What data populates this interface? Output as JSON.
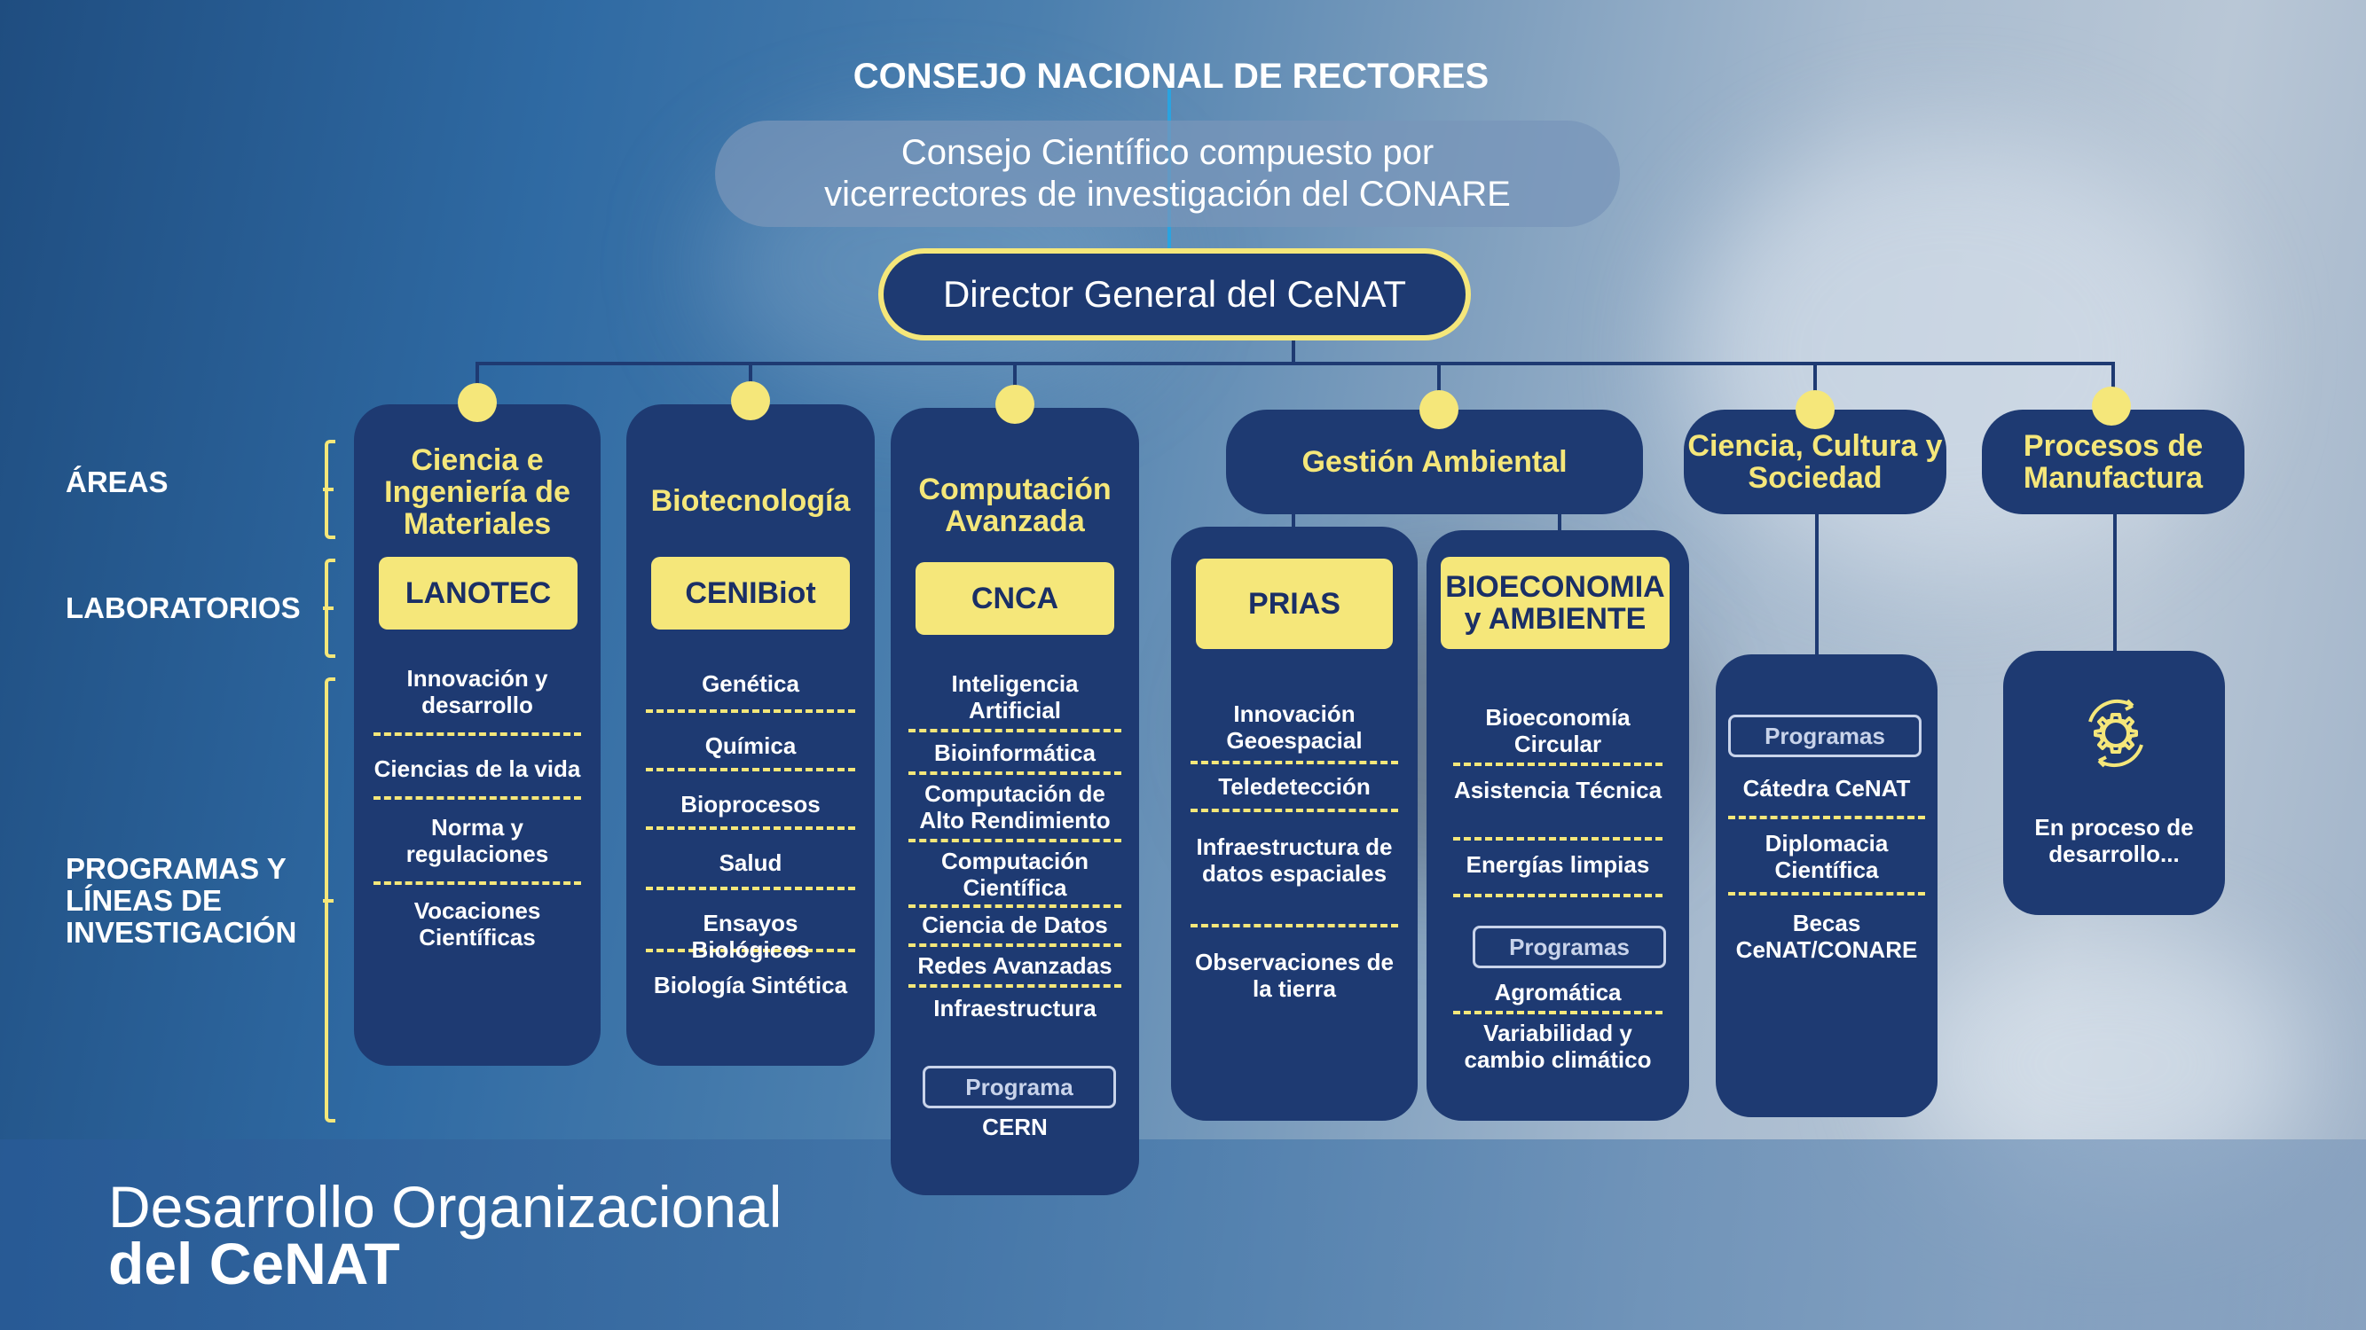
{
  "header": {
    "council": "CONSEJO NACIONAL DE RECTORES",
    "scientific_council": "Consejo Científico compuesto por vicerrectores de investigación del CONARE",
    "director": "Director General del CeNAT"
  },
  "row_labels": {
    "areas": "ÁREAS",
    "labs": "LABORATORIOS",
    "programs": "PROGRAMAS Y LÍNEAS DE INVESTIGACIÓN"
  },
  "columns": [
    {
      "area": "Ciencia e Ingeniería de Materiales",
      "lab": "LANOTEC",
      "items": [
        "Innovación y desarrollo",
        "Ciencias de la vida",
        "Norma y regulaciones",
        "Vocaciones Científicas"
      ]
    },
    {
      "area": "Biotecnología",
      "lab": "CENIBiot",
      "items": [
        "Genética",
        "Química",
        "Bioprocesos",
        "Salud",
        "Ensayos Biológicos",
        "Biología Sintética"
      ]
    },
    {
      "area": "Computación Avanzada",
      "lab": "CNCA",
      "items": [
        "Inteligencia Artificial",
        "Bioinformática",
        "Computación de Alto Rendimiento",
        "Computación Científica",
        "Ciencia de Datos",
        "Redes Avanzadas",
        "Infraestructura"
      ],
      "program_label": "Programa",
      "program_items": [
        "CERN"
      ]
    }
  ],
  "gestion": {
    "area": "Gestión Ambiental",
    "labs": [
      {
        "lab": "PRIAS",
        "items": [
          "Innovación Geoespacial",
          "Teledetección",
          "Infraestructura de datos espaciales",
          "Observaciones de la tierra"
        ]
      },
      {
        "lab": "BIOECONOMIA y AMBIENTE",
        "items": [
          "Bioeconomía Circular",
          "Asistencia Técnica",
          "Energías limpias"
        ],
        "program_label": "Programas",
        "program_items": [
          "Agromática",
          "Variabilidad y cambio climático"
        ]
      }
    ]
  },
  "ciencia_cultura": {
    "area": "Ciencia, Cultura y Sociedad",
    "program_label": "Programas",
    "items": [
      "Cátedra CeNAT",
      "Diplomacia Científica",
      "Becas CeNAT/CONARE"
    ]
  },
  "manufactura": {
    "area": "Procesos de Manufactura",
    "icon": "gear-cycle-icon",
    "text": "En proceso de desarrollo..."
  },
  "footer": {
    "line1": "Desarrollo Organizacional",
    "line2": "del CeNAT"
  },
  "colors": {
    "navy": "#1e3a72",
    "yellow": "#f5e77a"
  }
}
